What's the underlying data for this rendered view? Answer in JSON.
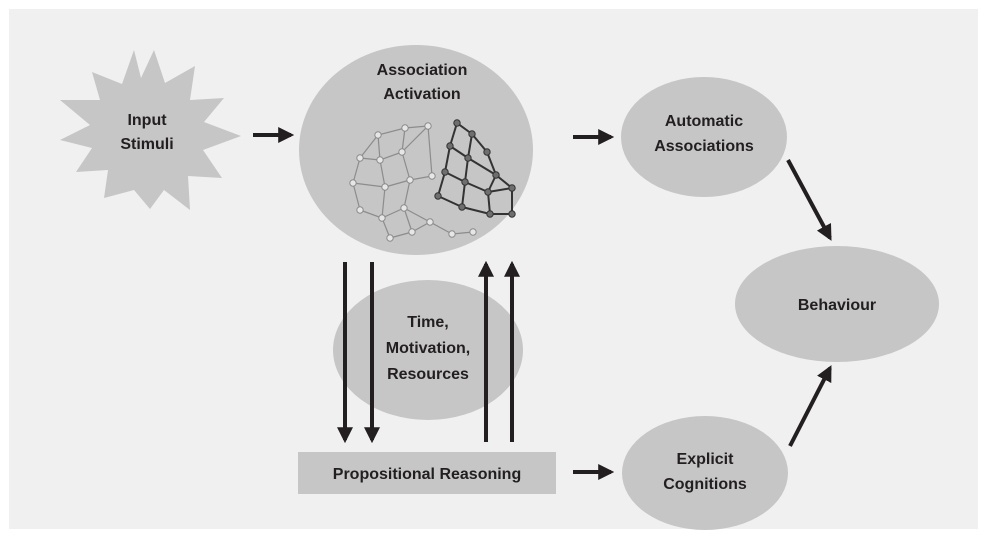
{
  "nodes": {
    "input_stimuli": {
      "line1": "Input",
      "line2": "Stimuli"
    },
    "association_activation": {
      "line1": "Association",
      "line2": "Activation"
    },
    "automatic_associations": {
      "line1": "Automatic",
      "line2": "Associations"
    },
    "behaviour": {
      "label": "Behaviour"
    },
    "moderators": {
      "line1": "Time,",
      "line2": "Motivation,",
      "line3": "Resources"
    },
    "propositional_reasoning": {
      "label": "Propositional Reasoning"
    },
    "explicit_cognitions": {
      "line1": "Explicit",
      "line2": "Cognitions"
    }
  },
  "colors": {
    "background": "#f0f0f0",
    "node_fill": "#c6c6c6",
    "text": "#231f20",
    "arrow": "#231f20",
    "network_light": "#8c8c8c",
    "network_dark": "#333333"
  }
}
